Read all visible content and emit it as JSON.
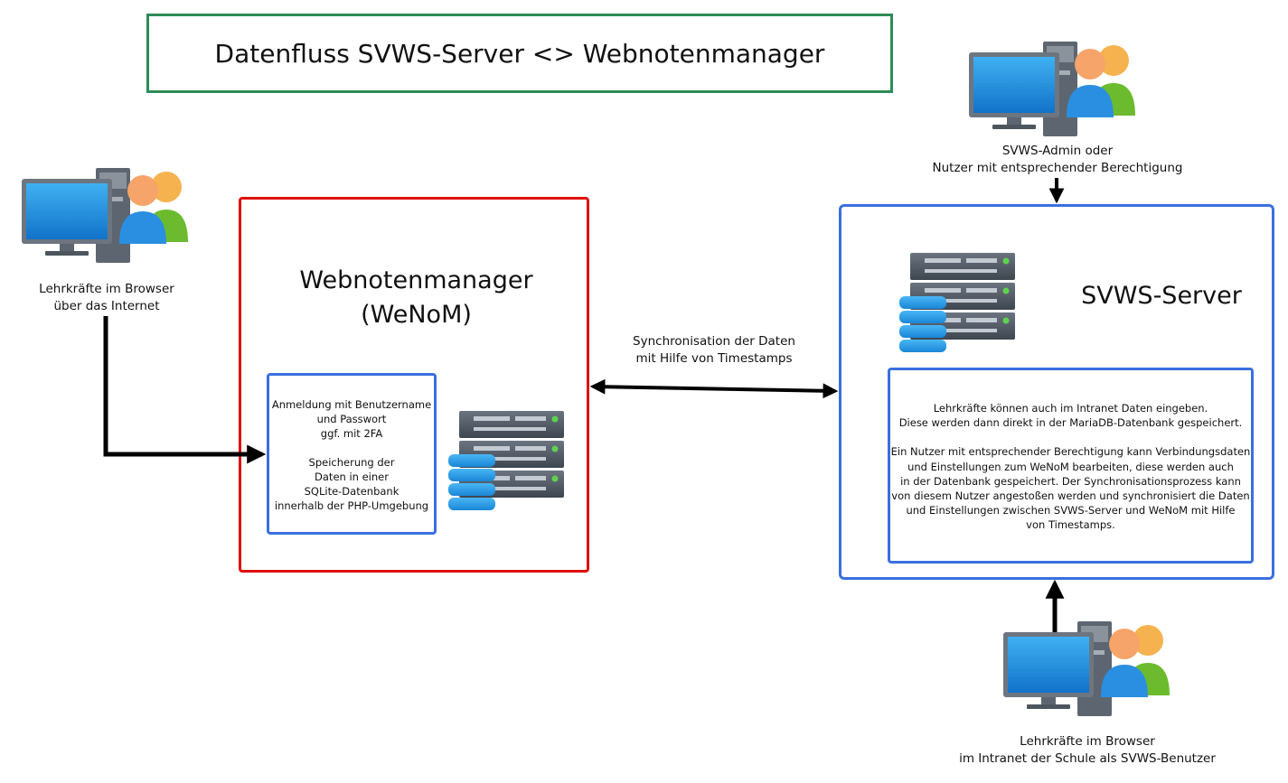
{
  "title": "Datenfluss SVWS-Server <> Webnotenmanager",
  "left_client": {
    "label_line1": "Lehrkräfte im Browser",
    "label_line2": "über das Internet"
  },
  "wenom": {
    "title_line1": "Webnotenmanager",
    "title_line2": "(WeNoM)",
    "inner_lines": [
      "Anmeldung mit Benutzername",
      "und Passwort",
      "ggf. mit 2FA",
      "",
      "Speicherung der",
      "Daten in einer",
      "SQLite-Datenbank",
      "innerhalb der PHP-Umgebung"
    ]
  },
  "sync_label": {
    "line1": "Synchronisation der Daten",
    "line2": "mit Hilfe von Timestamps"
  },
  "admin_client": {
    "label_line1": "SVWS-Admin oder",
    "label_line2": "Nutzer mit entsprechender Berechtigung"
  },
  "svws": {
    "title": "SVWS-Server",
    "inner_lines": [
      "Lehrkräfte können auch im Intranet Daten eingeben.",
      "Diese werden dann direkt in der MariaDB-Datenbank gespeichert.",
      "",
      "Ein Nutzer mit entsprechender Berechtigung kann Verbindungsdaten",
      "und Einstellungen zum WeNoM bearbeiten, diese werden auch",
      "in der Datenbank gespeichert. Der Synchronisationsprozess kann",
      "von diesem Nutzer angestoßen werden und synchronisiert die Daten",
      "und Einstellungen zwischen SVWS-Server und WeNoM mit Hilfe",
      "von Timestamps."
    ]
  },
  "intranet_client": {
    "label_line1": "Lehrkräfte im Browser",
    "label_line2": "im Intranet der Schule als SVWS-Benutzer"
  },
  "icons": {
    "client": "computer-with-users-icon",
    "server": "server-rack-with-database-icon"
  },
  "colors": {
    "title_border": "#2e8b57",
    "wenom_border": "#e01010",
    "svws_border": "#3b6fe0",
    "arrow": "#000000"
  }
}
